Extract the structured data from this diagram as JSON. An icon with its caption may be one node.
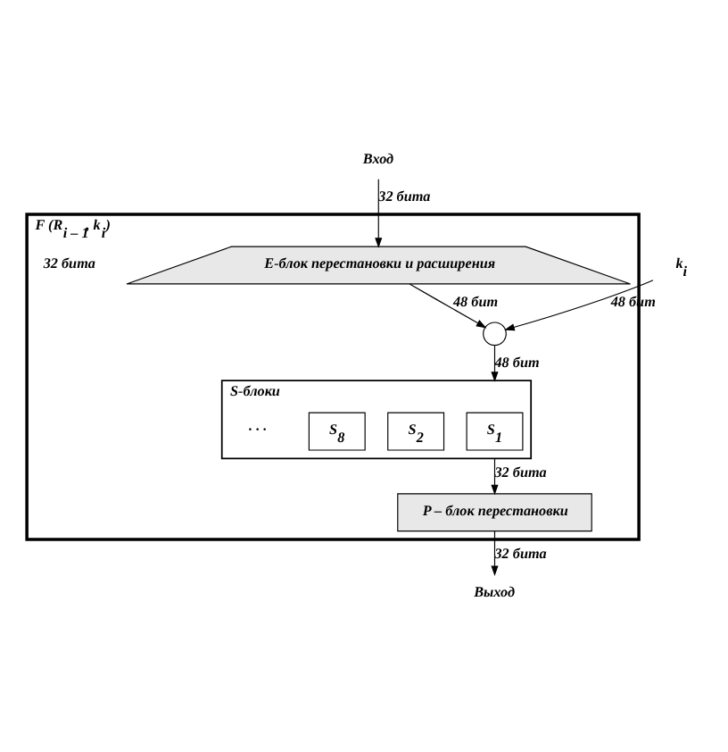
{
  "diagram": {
    "nodes": [
      {
        "text": [
          "Вход"
        ]
      },
      {
        "text": [
          "F (R$_{i – 1}$, k$_{i}$)"
        ]
      },
      {
        "text": [
          "E-блок перестановки и расширения"
        ],
        "in": 1
      },
      {
        "text": [],
        "shape": "circle",
        "in": 1
      },
      {
        "text": [
          "k$_{i}$"
        ]
      },
      {
        "text": [
          "S-блоки"
        ],
        "in": 1
      },
      {
        "text": [
          "S$_{1}$"
        ],
        "in": 5
      },
      {
        "text": [
          "S$_{2}$"
        ],
        "in": 5
      },
      {
        "text": [
          "S$_{8}$"
        ],
        "in": 5
      },
      {
        "text": [
          "P – блок перестановки"
        ],
        "in": 1
      },
      {
        "text": [
          "Выход"
        ]
      }
    ],
    "edges": [
      {
        "from": 0,
        "to": 2,
        "arrow": "to",
        "label": "32 бита"
      },
      {
        "from": 2,
        "to": 3,
        "arrow": "to",
        "label": "48 бит"
      },
      {
        "from": 4,
        "to": 3,
        "arrow": "to",
        "label": "48 бит"
      },
      {
        "from": 3,
        "to": 5,
        "arrow": "to",
        "label": "48 бит"
      },
      {
        "from": 5,
        "to": 9,
        "arrow": "to",
        "label": "32 бита"
      },
      {
        "from": 9,
        "to": 10,
        "arrow": "to",
        "label": "32 бита"
      }
    ],
    "labels": [
      "· · ·",
      "32 бита"
    ]
  }
}
